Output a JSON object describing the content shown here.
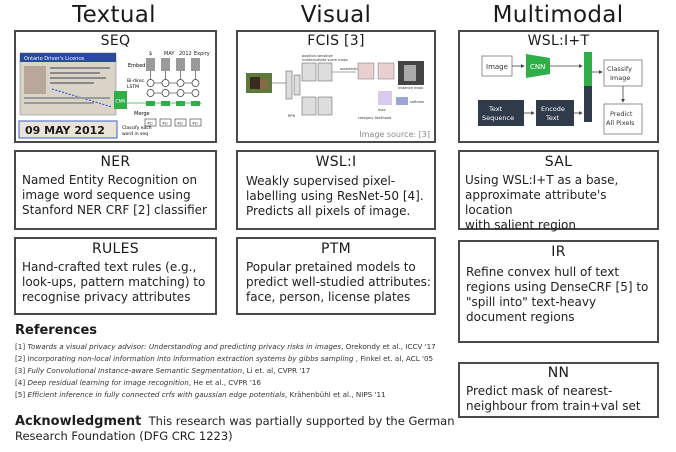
{
  "columns": {
    "textual": "Textual",
    "visual": "Visual",
    "multimodal": "Multimodal"
  },
  "seq": {
    "title": "SEQ",
    "card_top": "Ontario Driver's Licence",
    "card_date": "09 MAY 2012",
    "tokens": [
      "$",
      "MAY",
      "2012",
      "Expiry"
    ],
    "embed": "Embed",
    "lstm": "Bi-direc. LSTM",
    "cnn": "CNN",
    "merge": "Merge",
    "classify": "Classify each word in seq",
    "outputs": [
      "#Ω",
      "#Ω",
      "#Ω",
      "#Ω"
    ]
  },
  "fcis": {
    "title": "FCIS [3]",
    "source": "Image source: [3]"
  },
  "wsl_it": {
    "title": "WSL:I+T",
    "image": "Image",
    "cnn": "CNN",
    "text_sequence": "Text Sequence",
    "encode_text": "Encode Text",
    "classify_image": "Classify Image",
    "predict_pixels": "Predict All Pixels"
  },
  "ner": {
    "title": "NER",
    "lines": [
      "Named Entity Recognition on",
      "image word sequence using",
      "Stanford NER CRF [2] classifier"
    ]
  },
  "wsl_i": {
    "title": "WSL:I",
    "lines": [
      "Weakly supervised pixel-",
      "labelling using ResNet-50 [4].",
      "Predicts all pixels of image."
    ]
  },
  "sal": {
    "title": "SAL",
    "lines": [
      "Using WSL:I+T as a base,",
      "approximate attribute's location",
      "with salient region"
    ]
  },
  "rules": {
    "title": "RULES",
    "lines": [
      "Hand-crafted text rules (e.g.,",
      "look-ups, pattern matching) to",
      "recognise privacy attributes"
    ]
  },
  "ptm": {
    "title": "PTM",
    "lines": [
      "Popular pretained models to",
      "predict well-studied attributes:",
      "face, person, license plates"
    ]
  },
  "ir": {
    "title": "IR",
    "lines": [
      "Refine convex hull of text",
      "regions using DenseCRF [5] to",
      "\"spill into\" text-heavy",
      "document regions"
    ]
  },
  "nn": {
    "title": "NN",
    "lines": [
      "Predict mask of nearest-",
      "neighbour from train+val set"
    ]
  },
  "references": {
    "title": "References",
    "items": [
      {
        "num": "[1]",
        "title": "Towards a visual  privacy advisor: Understanding and predicting privacy risks in images",
        "rest": ", Orekondy et al., ICCV '17"
      },
      {
        "num": "[2]",
        "title": "Incorporating non-local information into information extraction systems by gibbs sampling",
        "rest": " , Finkel et. al, ACL '05"
      },
      {
        "num": "[3]",
        "title": "Fully Convolutional Instance-aware Semantic Segmentation",
        "rest": ", Li et. al, CVPR '17"
      },
      {
        "num": "[4]",
        "title": "Deep residual learning for image recognition",
        "rest": ", He et al., CVPR '16"
      },
      {
        "num": "[5]",
        "title": "Efficient inference in fully connected crfs with gaussian edge potentials",
        "rest": ", Krähenbühl et al., NIPS '11"
      }
    ]
  },
  "acknowledgment": {
    "title": "Acknowledgment",
    "text": "This research was partially supported by the German Research Foundation (DFG CRC 1223)"
  },
  "colors": {
    "border": "#4a4a4a",
    "green": "#2fae4a",
    "dark_block": "#2f3a4a",
    "gray_block": "#9a9a9a"
  }
}
